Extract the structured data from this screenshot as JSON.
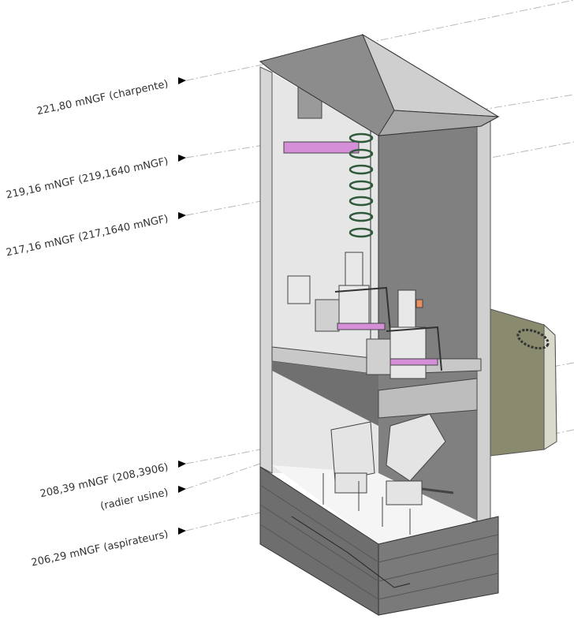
{
  "levels": [
    {
      "label": "221,80 mNGF (charpente)"
    },
    {
      "label": "219,16 mNGF (219,1640   mNGF)"
    },
    {
      "label": "217,16 mNGF (217,1640   mNGF)"
    },
    {
      "label": "208,39 mNGF (208,3906)"
    },
    {
      "label": "(radier usine)"
    },
    {
      "label": "206,29 mNGF (aspirateurs)"
    }
  ],
  "colors": {
    "roof": "#8c8c8c",
    "wall_dark": "#7f7f7f",
    "wall_light": "#e6e6e6",
    "base": "#6e6e6e",
    "accent_pink": "#d58fd9",
    "ladder_green": "#2f5a3c",
    "olive": "#8a8a6e"
  }
}
